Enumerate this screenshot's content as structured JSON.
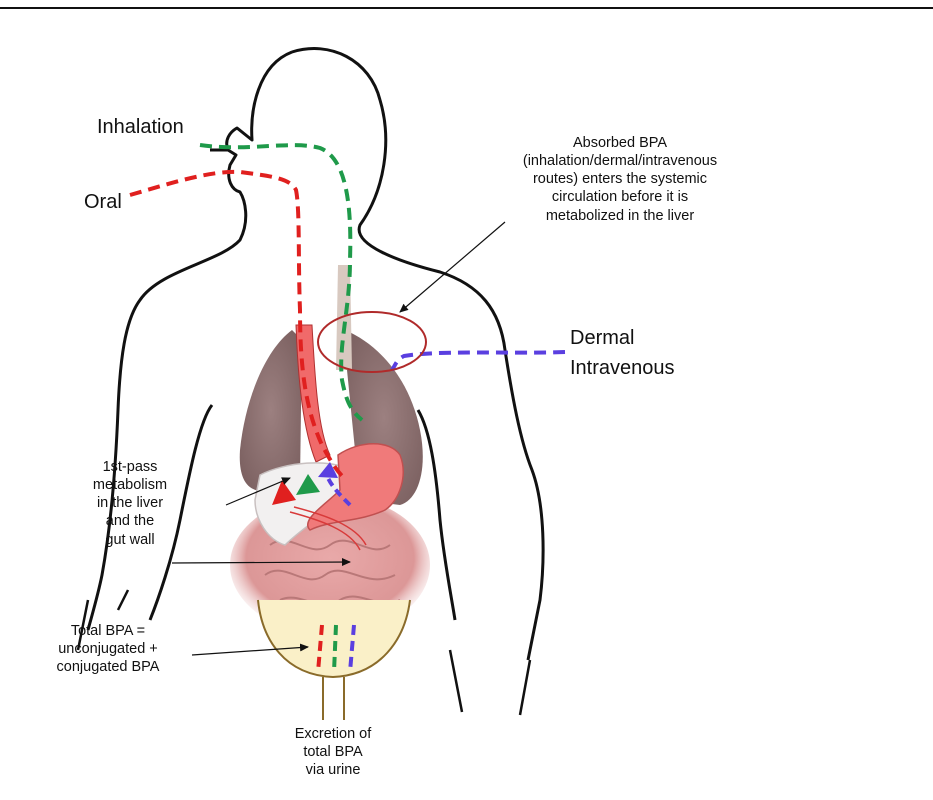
{
  "routes": {
    "inhalation": "Inhalation",
    "oral": "Oral",
    "dermal": "Dermal",
    "intravenous": "Intravenous"
  },
  "annotations": {
    "absorbed": [
      "Absorbed BPA",
      "(inhalation/dermal/intravenous",
      "routes) enters the systemic",
      "circulation before it is",
      "metabolized in the liver"
    ],
    "first_pass": [
      "1st-pass",
      "metabolism",
      "in the liver",
      "and the",
      "gut wall"
    ],
    "total_bpa": [
      "Total BPA =",
      "unconjugated +",
      "conjugated BPA"
    ],
    "excretion": [
      "Excretion of",
      "total BPA",
      "via urine"
    ]
  },
  "colors": {
    "oral": "#e0201f",
    "inhalation": "#1f9a4a",
    "dermal_iv": "#5a3fe0",
    "outline": "#111111",
    "circle": "#b02a2a",
    "lungs": "#8c6e6e",
    "stomach": "#f07a7a",
    "liver": "#f2f0f0",
    "intestine": "#e3a0a0",
    "bladder": "#faf0c8"
  }
}
